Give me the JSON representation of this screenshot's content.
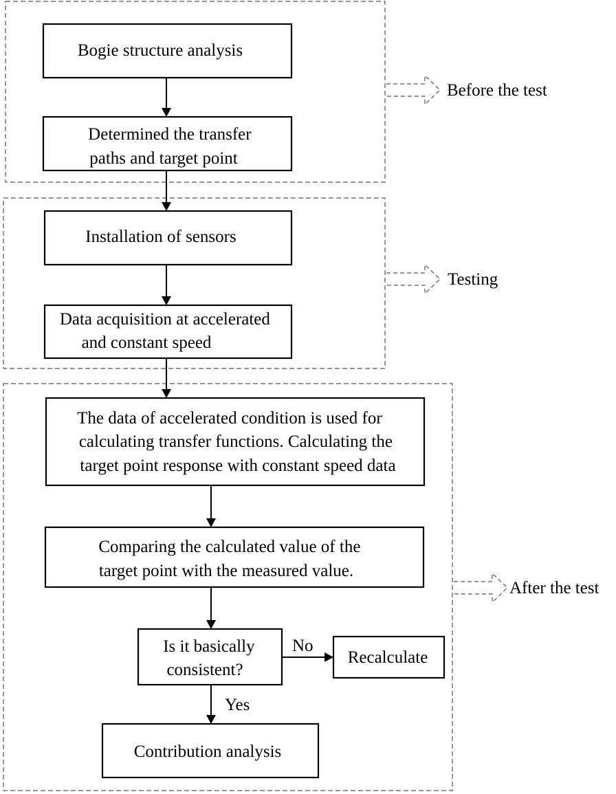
{
  "phases": {
    "before": {
      "label": "Before the test"
    },
    "testing": {
      "label": "Testing"
    },
    "after": {
      "label": "After the test"
    }
  },
  "steps": {
    "bogie": {
      "lines": [
        "Bogie structure analysis"
      ]
    },
    "paths": {
      "lines": [
        "Determined the transfer",
        "paths and target point"
      ]
    },
    "sensors": {
      "lines": [
        "Installation of sensors"
      ]
    },
    "acquisition": {
      "lines": [
        "Data acquisition at accelerated",
        "and constant speed"
      ]
    },
    "transfer": {
      "lines": [
        "The data of accelerated condition is used for",
        "calculating  transfer functions. Calculating the",
        "target point response with constant speed data"
      ]
    },
    "compare": {
      "lines": [
        "Comparing the calculated value of the",
        "target point with the measured value."
      ]
    },
    "decision": {
      "lines": [
        "Is it basically",
        "consistent?"
      ]
    },
    "recalculate": {
      "lines": [
        "Recalculate"
      ]
    },
    "contribution": {
      "lines": [
        "Contribution analysis"
      ]
    }
  },
  "branches": {
    "no": "No",
    "yes": "Yes"
  }
}
